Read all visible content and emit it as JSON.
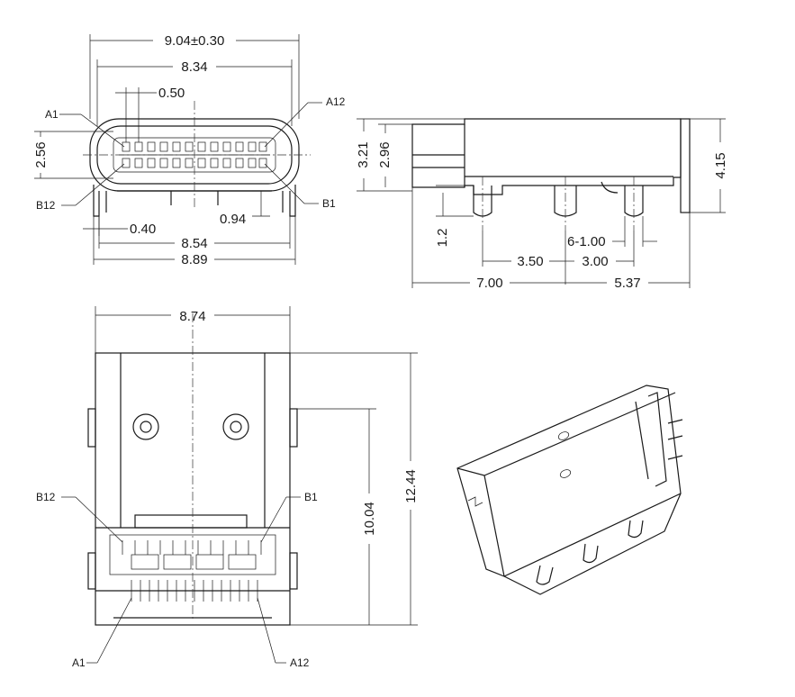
{
  "front_view": {
    "dim_overall_width": "9.04±0.30",
    "dim_shell_width": "8.34",
    "dim_pin_pitch": "0.50",
    "dim_height": "2.56",
    "dim_leg_width": "0.40",
    "dim_leg_height": "0.94",
    "dim_leg_span_inner": "8.54",
    "dim_leg_span_outer": "8.89",
    "pin_a1": "A1",
    "pin_a12": "A12",
    "pin_b12": "B12",
    "pin_b1": "B1"
  },
  "side_view": {
    "dim_height_1": "3.21",
    "dim_height_2": "2.96",
    "dim_overall_height": "4.15",
    "dim_tab_length": "1.2",
    "dim_tab_spacing_1": "3.50",
    "dim_tab_spacing_2": "3.00",
    "dim_pin_count_width": "6-1.00",
    "dim_length_front": "7.00",
    "dim_length_rear": "5.37"
  },
  "top_view": {
    "dim_width": "8.74",
    "dim_length_inner": "10.04",
    "dim_length_overall": "12.44",
    "pin_b12": "B12",
    "pin_b1": "B1",
    "pin_a1": "A1",
    "pin_a12": "A12"
  }
}
